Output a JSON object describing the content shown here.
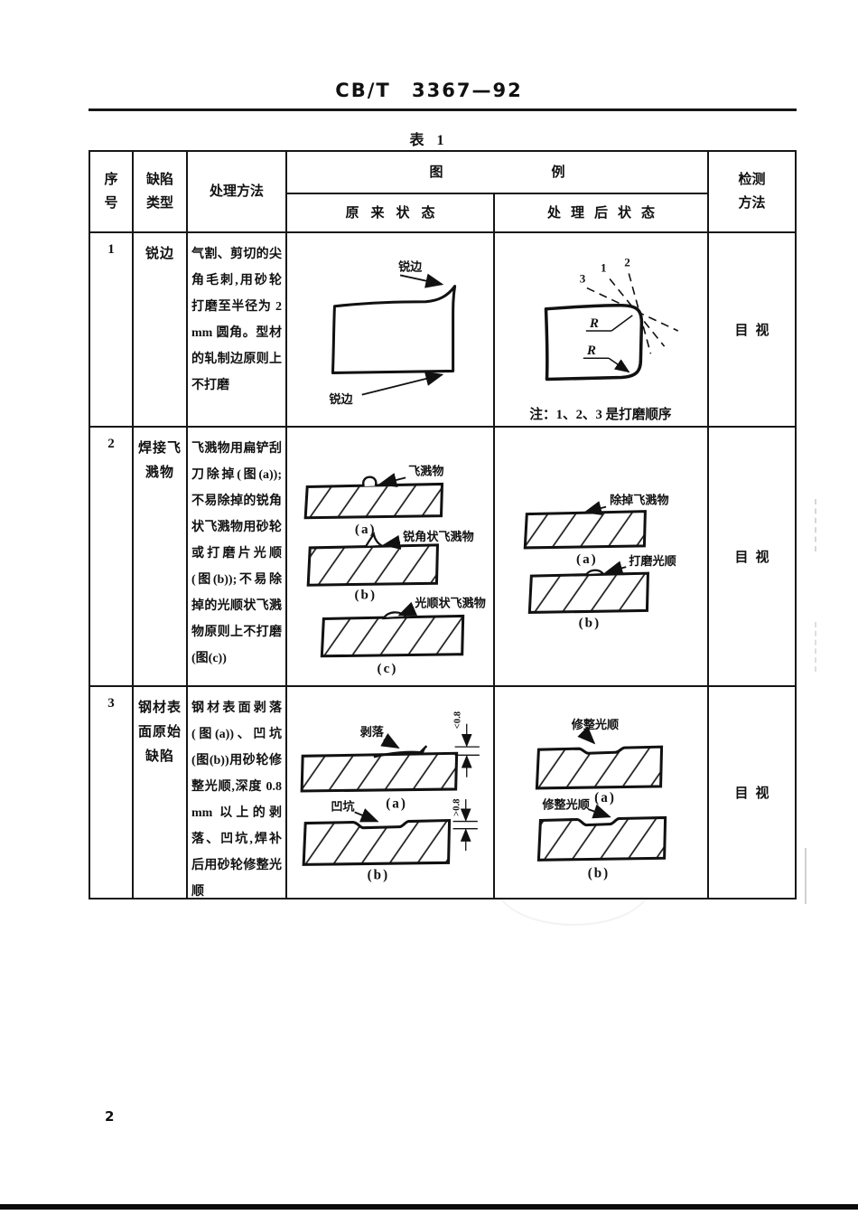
{
  "page": {
    "standard_code": "CB/T 3367—92",
    "table_caption": "表 1",
    "page_number": "2"
  },
  "table": {
    "headers": {
      "seq": "序\n号",
      "defect_type": "缺陷\n类型",
      "treatment": "处理方法",
      "illustration": "图例",
      "original_state": "原来状态",
      "treated_state": "处理后状态",
      "inspection": "检测\n方法"
    },
    "rows": [
      {
        "seq": "1",
        "defect_type": "锐边",
        "treatment": "气割、剪切的尖角毛刺,用砂轮打磨至半径为 2 mm 圆角。型材的轧制边原则上不打磨",
        "inspection": "目视",
        "original": {
          "label_top": "锐边",
          "label_bottom": "锐边"
        },
        "treated": {
          "r1": "R",
          "r2": "R",
          "n1": "1",
          "n2": "2",
          "n3": "3",
          "note": "注：1、2、3 是打磨顺序"
        }
      },
      {
        "seq": "2",
        "defect_type": "焊接飞溅物",
        "treatment": "飞溅物用扁铲刮刀除掉(图(a));不易除掉的锐角状飞溅物用砂轮或打磨片光顺(图(b));不易除掉的光顺状飞溅物原则上不打磨(图(c))",
        "inspection": "目视",
        "original": {
          "label_a": "飞溅物",
          "label_b": "锐角状飞溅物",
          "label_c": "光顺状飞溅物",
          "cap_a": "(a)",
          "cap_b": "(b)",
          "cap_c": "(c)"
        },
        "treated": {
          "label_a": "除掉飞溅物",
          "label_b": "打磨光顺",
          "cap_a": "(a)",
          "cap_b": "(b)"
        }
      },
      {
        "seq": "3",
        "defect_type": "钢材表面原始缺陷",
        "treatment": "钢材表面剥落(图(a))、凹坑(图(b))用砂轮修整光顺,深度 0.8 mm 以上的剥落、凹坑,焊补后用砂轮修整光顺",
        "inspection": "目视",
        "original": {
          "label_a": "剥落",
          "label_b": "凹坑",
          "dim_a": "<0.8",
          "dim_b": ">0.8",
          "cap_a": "(a)",
          "cap_b": "(b)"
        },
        "treated": {
          "label_a": "修整光顺",
          "label_b": "修整光顺",
          "cap_a": "(a)",
          "cap_b": "(b)"
        }
      }
    ]
  }
}
